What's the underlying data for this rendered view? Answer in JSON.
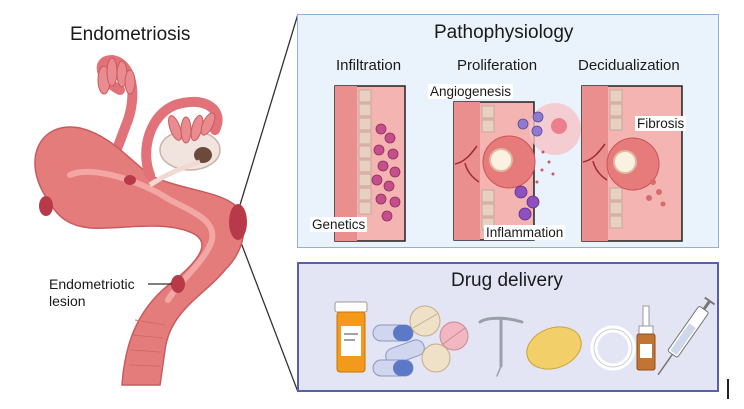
{
  "left": {
    "title": "Endometriosis",
    "lesion_label_line1": "Endometriotic",
    "lesion_label_line2": "lesion"
  },
  "pathophysiology": {
    "title": "Pathophysiology",
    "columns": [
      "Infiltration",
      "Proliferation",
      "Decidualization"
    ],
    "annotations": {
      "genetics": "Genetics",
      "angiogenesis": "Angiogenesis",
      "inflammation": "Inflammation",
      "fibrosis": "Fibrosis"
    }
  },
  "drug_delivery": {
    "title": "Drug delivery",
    "items": [
      "pill-bottle-icon",
      "capsules-icon",
      "tablets-icon",
      "iud-icon",
      "vaginal-tablet-icon",
      "vaginal-ring-icon",
      "nasal-spray-icon",
      "syringe-icon"
    ]
  },
  "colors": {
    "panel_top_fill": "#eaf2fb",
    "panel_top_border": "#8fb0d8",
    "panel_bottom_fill": "#e3e5f5",
    "panel_bottom_border": "#5a5fa8",
    "tissue": "#e47c7c",
    "tissue_dark": "#c95b5f",
    "lesion": "#b83a48"
  }
}
